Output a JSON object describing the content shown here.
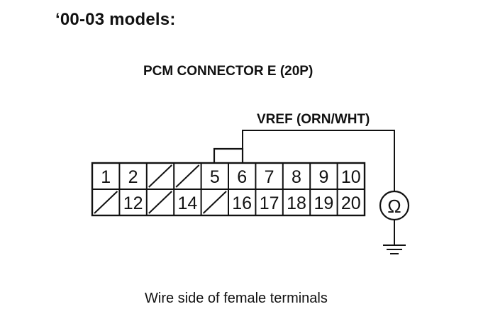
{
  "header": {
    "model_years": "‘00-03 models:"
  },
  "connector": {
    "title": "PCM CONNECTOR E (20P)",
    "top_row": [
      "1",
      "2",
      "",
      "",
      "5",
      "6",
      "7",
      "8",
      "9",
      "10"
    ],
    "bottom_row": [
      "",
      "12",
      "",
      "14",
      "",
      "16",
      "17",
      "18",
      "19",
      "20"
    ],
    "hatched_top": [
      3,
      4
    ],
    "hatched_bottom": [
      1,
      3,
      5
    ]
  },
  "probe": {
    "wire_label": "VREF (ORN/WHT)",
    "meter_symbol": "Ω",
    "terminal": "6"
  },
  "footer": {
    "caption": "Wire side of female terminals"
  }
}
